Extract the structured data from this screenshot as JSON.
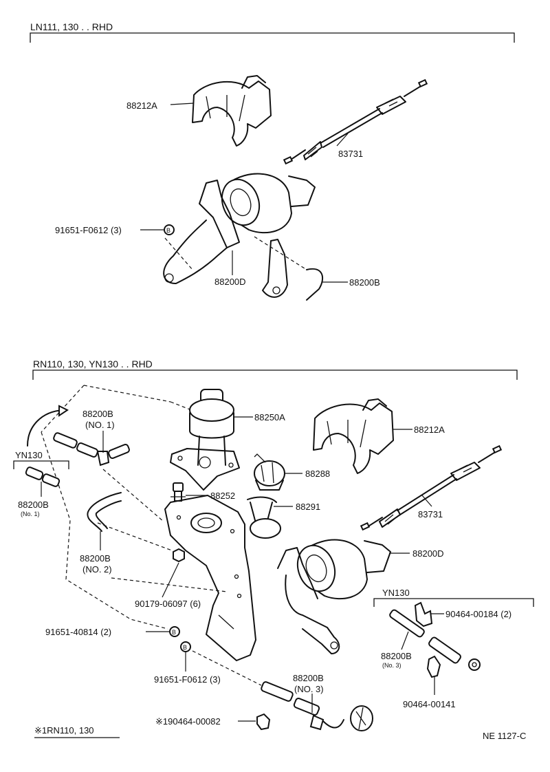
{
  "sections": {
    "top": {
      "title": "LN111, 130 . . RHD"
    },
    "bottom": {
      "title": "RN110, 130, YN130 . . RHD"
    }
  },
  "labels": {
    "t_88212A": "88212A",
    "t_83731": "83731",
    "t_91651_F0612": "91651-F0612 (3)",
    "t_88200D": "88200D",
    "t_88200B": "88200B",
    "b_88200B_no1": "88200B",
    "b_no1": "(NO. 1)",
    "b_yn130_left": "YN130",
    "b_88200B_left": "88200B",
    "b_no1_small": "(No. 1)",
    "b_88250A": "88250A",
    "b_88288": "88288",
    "b_88252": "88252",
    "b_88291": "88291",
    "b_88212A": "88212A",
    "b_83731": "83731",
    "b_88200D": "88200D",
    "b_88200B_no2": "88200B",
    "b_no2": "(NO. 2)",
    "b_90179": "90179-06097 (6)",
    "b_91651_40814": "91651-40814 (2)",
    "b_91651_F0612": "91651-F0612 (3)",
    "b_yn130_right": "YN130",
    "b_90464_00184": "90464-00184 (2)",
    "b_88200B_no3_right": "88200B",
    "b_no3_small": "(No. 3)",
    "b_90464_00141": "90464-00141",
    "b_88200B_no3": "88200B",
    "b_no3": "(NO. 3)",
    "b_190464": "※190464-00082",
    "footnote": "※1RN110, 130",
    "code": "NE 1127-C",
    "bolt_mark": "B"
  }
}
